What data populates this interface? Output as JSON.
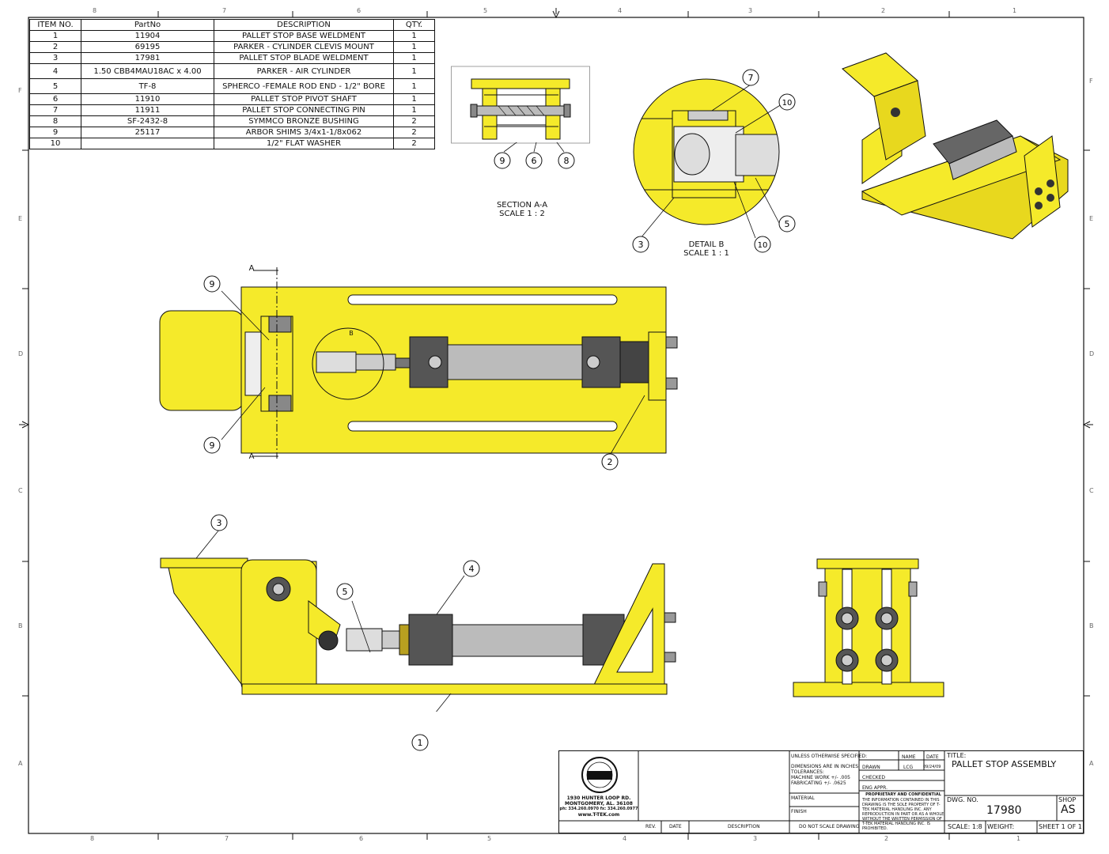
{
  "bom": {
    "headers": [
      "ITEM NO.",
      "PartNo",
      "DESCRIPTION",
      "QTY."
    ],
    "rows": [
      [
        "1",
        "11904",
        "PALLET STOP BASE WELDMENT",
        "1"
      ],
      [
        "2",
        "69195",
        "PARKER - CYLINDER CLEVIS MOUNT",
        "1"
      ],
      [
        "3",
        "17981",
        "PALLET STOP BLADE WELDMENT",
        "1"
      ],
      [
        "4",
        "1.50 CBB4MAU18AC x 4.00",
        "PARKER - AIR CYLINDER",
        "1"
      ],
      [
        "5",
        "TF-8",
        "SPHERCO -FEMALE ROD END - 1/2\" BORE",
        "1"
      ],
      [
        "6",
        "11910",
        "PALLET STOP PIVOT SHAFT",
        "1"
      ],
      [
        "7",
        "11911",
        "PALLET STOP CONNECTING PIN",
        "1"
      ],
      [
        "8",
        "SF-2432-8",
        "SYMMCO BRONZE BUSHING",
        "2"
      ],
      [
        "9",
        "25117",
        "ARBOR SHIMS 3/4x1-1/8x062",
        "2"
      ],
      [
        "10",
        "",
        "1/2\" FLAT WASHER",
        "2"
      ]
    ]
  },
  "border": {
    "columns": [
      "8",
      "7",
      "6",
      "5",
      "4",
      "3",
      "2",
      "1"
    ],
    "rows": [
      "F",
      "E",
      "D",
      "C",
      "B",
      "A"
    ]
  },
  "views": {
    "section_title": "SECTION A-A",
    "section_scale": "SCALE 1 : 2",
    "detail_title": "DETAIL B",
    "detail_scale": "SCALE 1 : 1",
    "section_marker": "A",
    "detail_marker": "B"
  },
  "balloons": {
    "section": [
      "9",
      "6",
      "8"
    ],
    "detail": [
      "7",
      "10",
      "5",
      "10",
      "3"
    ],
    "top": [
      "9",
      "9",
      "2"
    ],
    "side": [
      "3",
      "5",
      "4",
      "1"
    ]
  },
  "title_block": {
    "company_address1": "1930 HUNTER LOOP RD.",
    "company_address2": "MONTGOMERY, AL. 36108",
    "company_phone": "ph: 334.260.0970 fx: 334.260.0977",
    "company_web": "www.T-TEK.com",
    "unless": "UNLESS OTHERWISE SPECIFIED:",
    "dims1": "DIMENSIONS ARE IN INCHES",
    "dims2": "TOLERANCES:",
    "dims3": "MACHINE WORK +/- .005",
    "dims4": "FABRICATING +/- .0625",
    "material": "MATERIAL",
    "finish": "FINISH",
    "do_not_scale": "DO NOT SCALE DRAWING",
    "name_hdr": "NAME",
    "date_hdr": "DATE",
    "drawn": "DRAWN",
    "drawn_name": "LCG",
    "drawn_date": "09/24/09",
    "checked": "CHECKED",
    "eng_appr": "ENG APPR.",
    "prop_title": "PROPRIETARY AND CONFIDENTIAL",
    "prop_text": "THE INFORMATION CONTAINED IN THIS DRAWING IS THE SOLE PROPERTY OF T-TEK MATERIAL HANDLING INC. ANY REPRODUCTION IN PART OR AS A WHOLE WITHOUT THE WRITTEN PERMISSION OF T-TEK MATERIAL HANDLING INC. IS PROHIBITED.",
    "title_label": "TITLE:",
    "title": "PALLET STOP ASSEMBLY",
    "dwg_label": "DWG. NO.",
    "dwg_no": "17980",
    "shop_label": "SHOP",
    "shop": "AS",
    "scale": "SCALE: 1:8",
    "weight": "WEIGHT:",
    "sheet": "SHEET 1 OF 1",
    "rev": "REV.",
    "date": "DATE",
    "description": "DESCRIPTION"
  }
}
